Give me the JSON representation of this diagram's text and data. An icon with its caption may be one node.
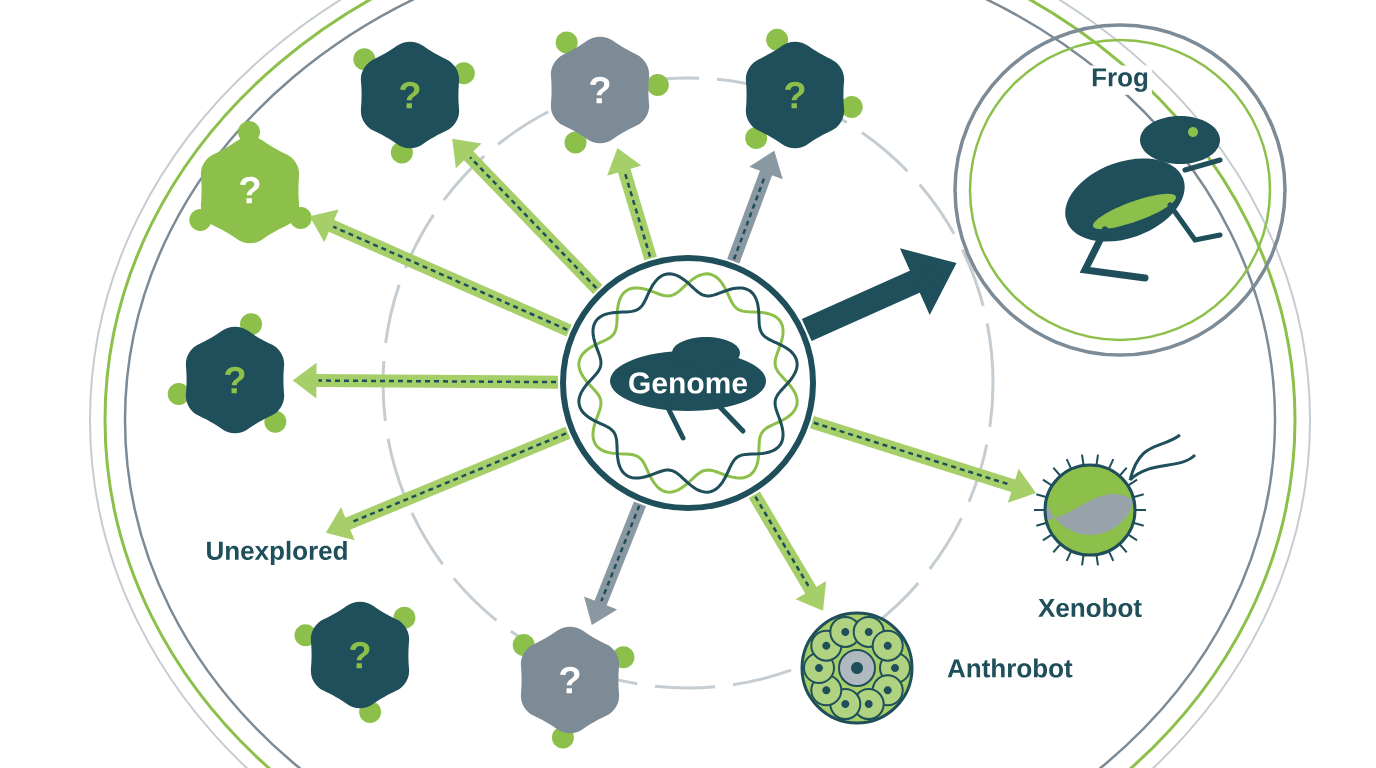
{
  "diagram": {
    "nodes": [
      {
        "text": [
          "Genome"
        ]
      },
      {
        "text": [
          "Frog"
        ]
      },
      {
        "text": [
          "Xenobot"
        ]
      },
      {
        "text": [
          "Anthrobot"
        ]
      },
      {
        "text": [
          "?"
        ]
      },
      {
        "text": [
          "?"
        ]
      },
      {
        "text": [
          "?"
        ]
      },
      {
        "text": [
          "?"
        ]
      },
      {
        "text": [
          "?"
        ]
      },
      {
        "text": [
          "Unexplored"
        ]
      },
      {
        "text": [
          "?"
        ]
      },
      {
        "text": [
          "?"
        ]
      }
    ],
    "edges": [
      {
        "from": 0,
        "to": 1,
        "arrow": "to",
        "style": "thick",
        "color": "#1f4f5a"
      },
      {
        "from": 0,
        "to": 2,
        "arrow": "to"
      },
      {
        "from": 0,
        "to": 3,
        "arrow": "to"
      },
      {
        "from": 0,
        "to": 11,
        "arrow": "to",
        "color": "#8a98a2"
      },
      {
        "from": 0,
        "to": 9,
        "arrow": "to"
      },
      {
        "from": 0,
        "to": 8,
        "arrow": "to"
      },
      {
        "from": 0,
        "to": 7,
        "arrow": "to"
      },
      {
        "from": 0,
        "to": 4,
        "arrow": "to"
      },
      {
        "from": 0,
        "to": 5,
        "arrow": "to"
      },
      {
        "from": 0,
        "to": 6,
        "arrow": "to",
        "color": "#8a98a2"
      }
    ]
  }
}
